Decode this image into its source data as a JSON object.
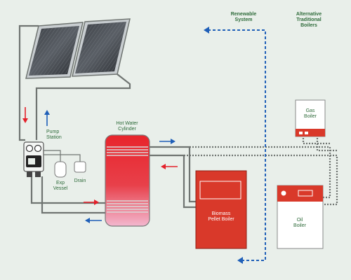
{
  "headers": {
    "renewable_line1": "Renewable",
    "renewable_line2": "System",
    "alternative_line1": "Alternative",
    "alternative_line2": "Traditional",
    "alternative_line3": "Boilers"
  },
  "labels": {
    "hot_water_line1": "Hot Water",
    "hot_water_line2": "Cylinder",
    "pump_line1": "Pump",
    "pump_line2": "Station",
    "exp_line1": "Exp",
    "exp_line2": "Vessel",
    "drain": "Drain",
    "gas_line1": "Gas",
    "gas_line2": "Boiler",
    "biomass_line1": "Biomass",
    "biomass_line2": "Pellet Boiler",
    "oil_line1": "Oil",
    "oil_line2": "Boiler"
  },
  "colors": {
    "background": "#e9efea",
    "label_green": "#2e6b3a",
    "flow_red": "#e4202a",
    "flow_blue": "#1f5fb8",
    "pipe_grey": "#6f7471",
    "boiler_red": "#d9392a"
  }
}
